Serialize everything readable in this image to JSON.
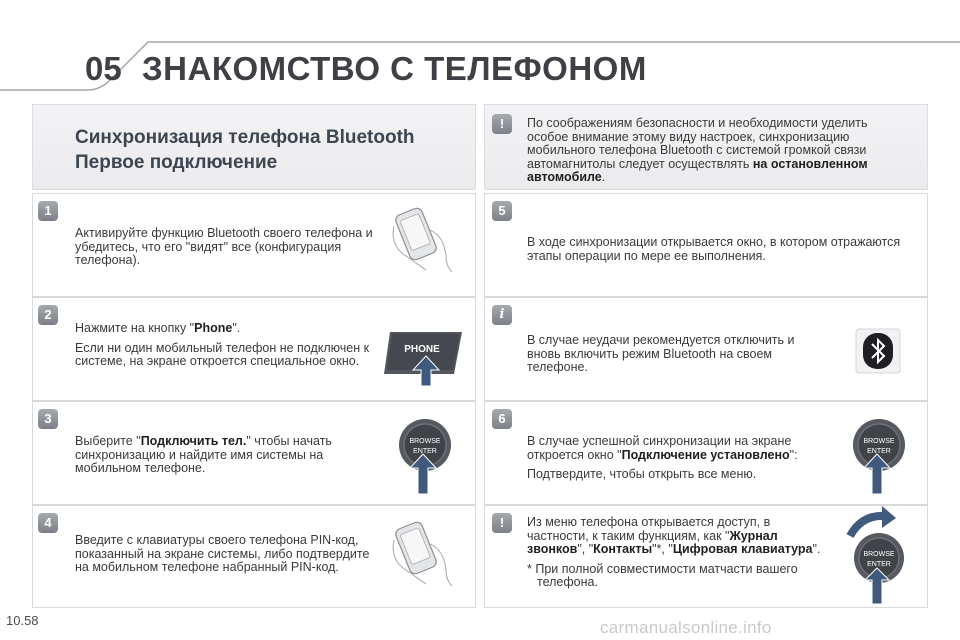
{
  "header": {
    "chapter_number": "05",
    "chapter_title": "ЗНАКОМСТВО С ТЕЛЕФОНОМ"
  },
  "intro": {
    "title_line1": "Синхронизация телефона Bluetooth",
    "title_line2": "Первое подключение"
  },
  "warning_top": {
    "badge": "!",
    "text_part1": "По соображениям безопасности и необходимости уделить особое внимание этому виду настроек, синхронизацию мобильного телефона Bluetooth с системой громкой связи автомагнитолы следует осуществлять ",
    "text_bold": "на остановленном автомобиле",
    "text_part2": "."
  },
  "steps": [
    {
      "badge": "1",
      "text": "Активируйте функцию Bluetooth своего телефона и убедитесь, что его \"видят\" все (конфигурация телефона).",
      "icon": "phone-in-hand-icon"
    },
    {
      "badge": "2",
      "text_pre": "Нажмите на кнопку \"",
      "text_bold": "Phone",
      "text_post": "\".",
      "text2": "Если ни один мобильный телефон не подключен к системе, на экране откроется специальное окно.",
      "button_label": "PHONE",
      "icon": "phone-button-icon"
    },
    {
      "badge": "3",
      "text_pre": "Выберите \"",
      "text_bold": "Подключить тел.",
      "text_post": "\" чтобы начать синхронизацию и найдите имя системы на мобильном телефоне.",
      "knob_line1": "BROWSE",
      "knob_line2": "ENTER",
      "icon": "browse-enter-knob-icon"
    },
    {
      "badge": "4",
      "text": "Введите с клавиатуры своего телефона PIN-код, показанный на экране системы, либо подтвердите на мобильном телефоне набранный PIN-код.",
      "icon": "phone-in-hand-icon"
    },
    {
      "badge": "5",
      "text": "В ходе синхронизации открывается окно, в котором отражаются этапы операции по мере ее выполнения."
    },
    {
      "badge": "i",
      "text": "В случае неудачи рекомендуется отключить и вновь включить режим Bluetooth на своем телефоне.",
      "icon": "bluetooth-icon"
    },
    {
      "badge": "6",
      "text_pre": "В случае успешной синхронизации на экране откроется окно \"",
      "text_bold": "Подключение установлено",
      "text_post": "\":",
      "text2": "Подтвердите, чтобы открыть все меню.",
      "knob_line1": "BROWSE",
      "knob_line2": "ENTER",
      "icon": "browse-enter-knob-icon"
    },
    {
      "badge": "!",
      "text_pre": "Из меню телефона открывается доступ, в частности, к таким функциям, как \"",
      "b1": "Журнал звонков",
      "s1": "\", \"",
      "b2": "Контакты",
      "s2": "\"*, \"",
      "b3": "Цифровая клавиатура",
      "s3": "\".",
      "note": "* При полной совместимости матчасти вашего телефона.",
      "knob_line1": "BROWSE",
      "knob_line2": "ENTER",
      "icon": "browse-enter-knob-turn-icon"
    }
  ],
  "footer": {
    "page_number": "10.58",
    "watermark": "carmanualsonline.info"
  },
  "colors": {
    "panel_grey": "#efeff2",
    "badge": "#8e9197",
    "arrow": "#3f5a7c",
    "header_line": "#9a9aa0"
  }
}
